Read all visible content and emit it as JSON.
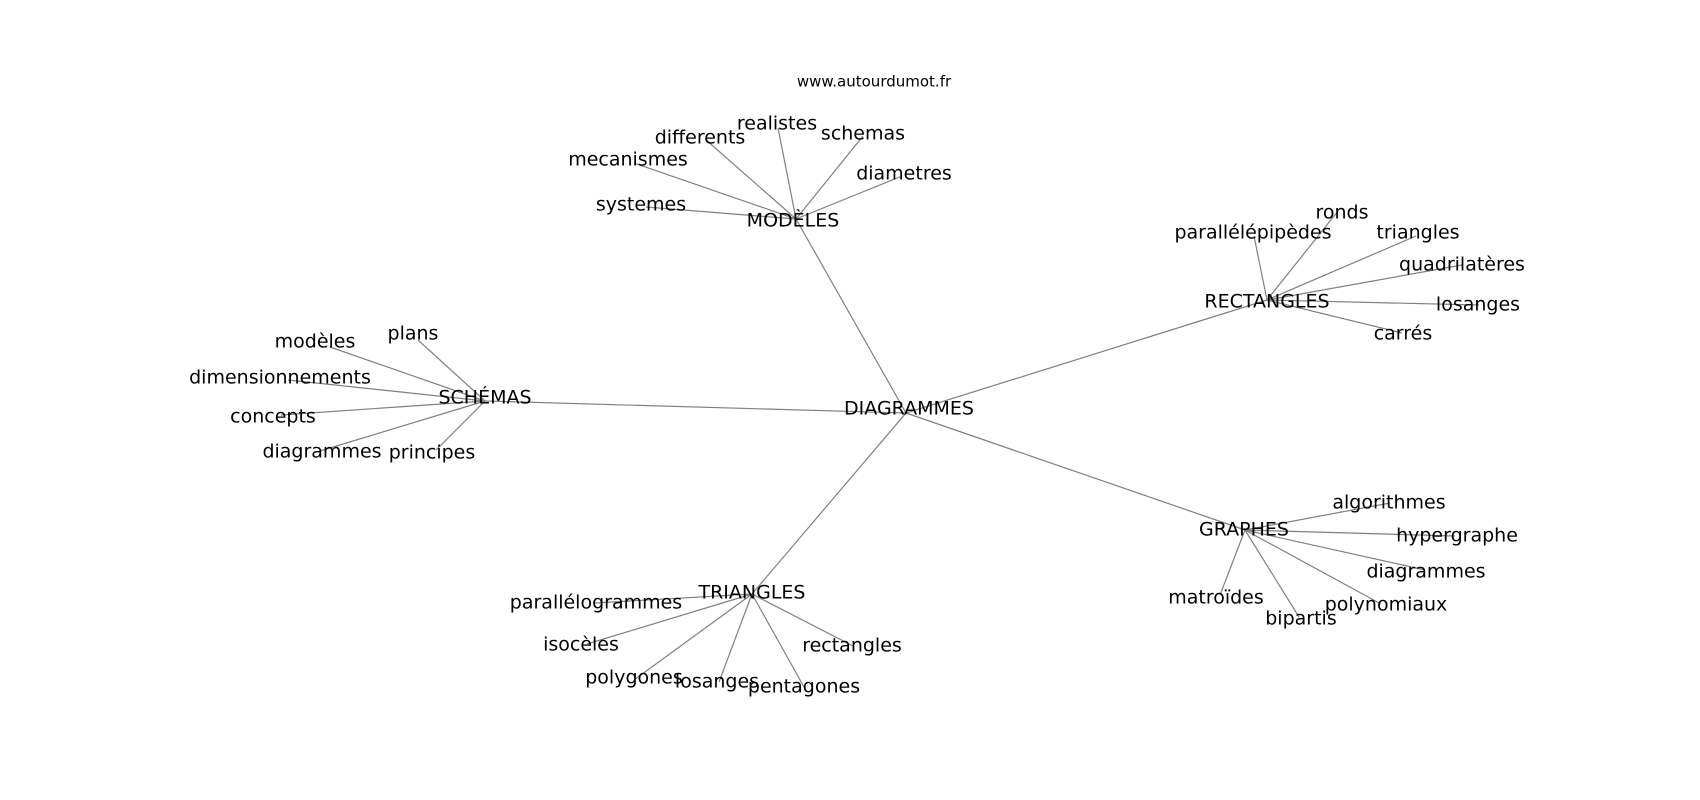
{
  "source_label": "www.autourdumot.fr",
  "edge_color": "#808080",
  "center": {
    "id": "diagrammes",
    "label": "DIAGRAMMES"
  },
  "hubs": [
    {
      "id": "modeles",
      "label": "MODÈLES",
      "leaves": [
        {
          "id": "differents",
          "label": "differents"
        },
        {
          "id": "realistes",
          "label": "realistes"
        },
        {
          "id": "schemas",
          "label": "schemas"
        },
        {
          "id": "mecanismes",
          "label": "mecanismes"
        },
        {
          "id": "diametres",
          "label": "diametres"
        },
        {
          "id": "systemes",
          "label": "systemes"
        }
      ]
    },
    {
      "id": "rectangles",
      "label": "RECTANGLES",
      "leaves": [
        {
          "id": "ronds",
          "label": "ronds"
        },
        {
          "id": "parallelepipedes",
          "label": "parallélépipèdes"
        },
        {
          "id": "triangles",
          "label": "triangles"
        },
        {
          "id": "quadrilateres",
          "label": "quadrilatères"
        },
        {
          "id": "losanges",
          "label": "losanges"
        },
        {
          "id": "carres",
          "label": "carrés"
        }
      ]
    },
    {
      "id": "schemas-hub",
      "label": "SCHÉMAS",
      "leaves": [
        {
          "id": "plans",
          "label": "plans"
        },
        {
          "id": "modeles-leaf",
          "label": "modèles"
        },
        {
          "id": "dimensionnements",
          "label": "dimensionnements"
        },
        {
          "id": "concepts",
          "label": "concepts"
        },
        {
          "id": "diagrammes-leaf",
          "label": "diagrammes"
        },
        {
          "id": "principes",
          "label": "principes"
        }
      ]
    },
    {
      "id": "graphes",
      "label": "GRAPHES",
      "leaves": [
        {
          "id": "algorithmes",
          "label": "algorithmes"
        },
        {
          "id": "hypergraphe",
          "label": "hypergraphe"
        },
        {
          "id": "diagrammes-graphes",
          "label": "diagrammes"
        },
        {
          "id": "matroides",
          "label": "matroïdes"
        },
        {
          "id": "polynomiaux",
          "label": "polynomiaux"
        },
        {
          "id": "bipartis",
          "label": "bipartis"
        }
      ]
    },
    {
      "id": "triangles-hub",
      "label": "TRIANGLES",
      "leaves": [
        {
          "id": "parallelogrammes",
          "label": "parallélogrammes"
        },
        {
          "id": "isoceles",
          "label": "isocèles"
        },
        {
          "id": "rectangles-leaf",
          "label": "rectangles"
        },
        {
          "id": "polygones",
          "label": "polygones"
        },
        {
          "id": "losanges-leaf",
          "label": "losanges"
        },
        {
          "id": "pentagones",
          "label": "pentagones"
        }
      ]
    }
  ]
}
